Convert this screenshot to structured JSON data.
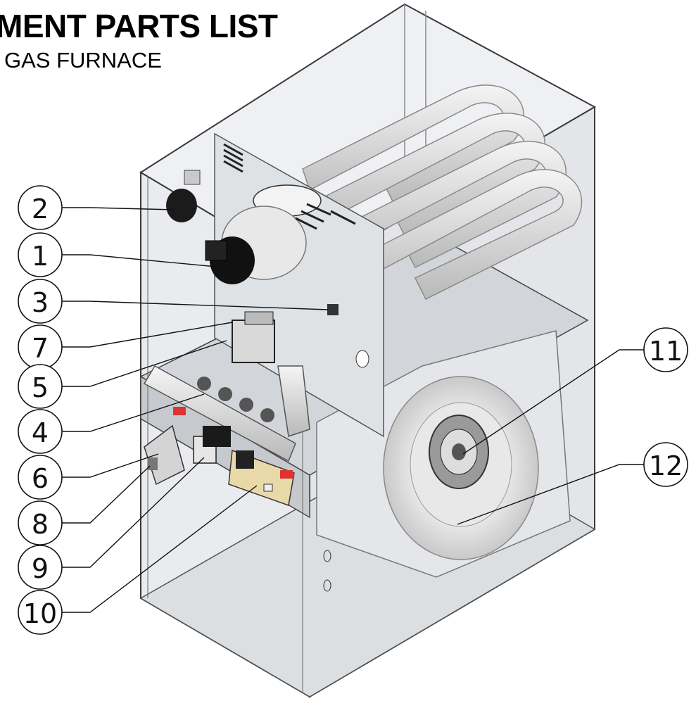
{
  "title": "MENT PARTS LIST",
  "subtitle": "GAS FURNACE",
  "callouts": [
    "2",
    "1",
    "3",
    "7",
    "5",
    "4",
    "6",
    "8",
    "9",
    "10",
    "11",
    "12"
  ]
}
